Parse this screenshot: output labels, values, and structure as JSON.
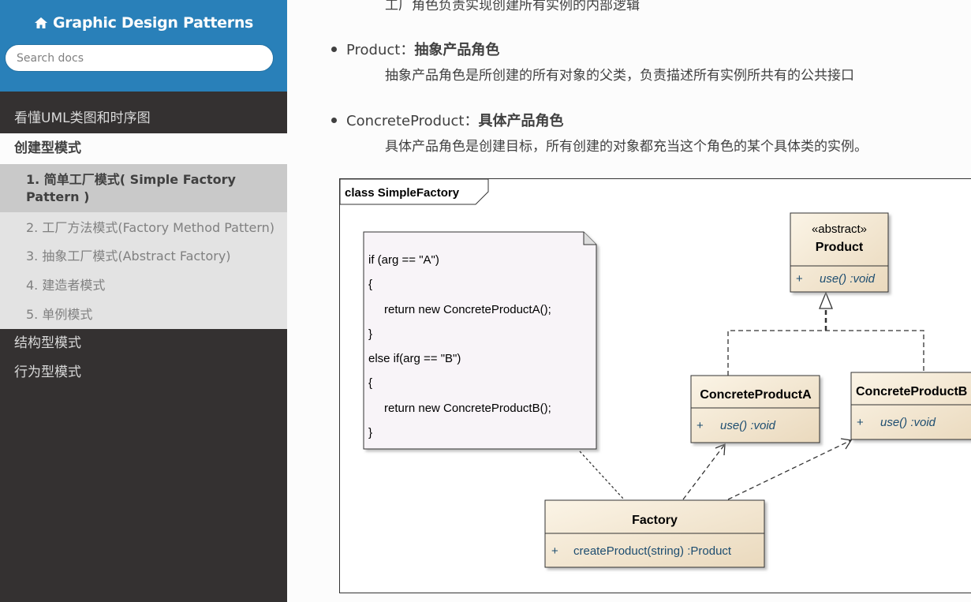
{
  "sidebar": {
    "brand": "Graphic Design Patterns",
    "search_placeholder": "Search docs",
    "items": [
      {
        "label": "看懂UML类图和时序图"
      },
      {
        "label": "创建型模式"
      },
      {
        "label": "结构型模式"
      },
      {
        "label": "行为型模式"
      }
    ],
    "sub_items": [
      {
        "label": "1. 简单工厂模式( Simple Factory Pattern )"
      },
      {
        "label": "2. 工厂方法模式(Factory Method Pattern)"
      },
      {
        "label": "3. 抽象工厂模式(Abstract Factory)"
      },
      {
        "label": "4. 建造者模式"
      },
      {
        "label": "5. 单例模式"
      }
    ]
  },
  "content": {
    "clipped_line": "工厂角色负责实现创建所有实例的内部逻辑",
    "bullets": [
      {
        "term": "Product：",
        "role": "抽象产品角色",
        "desc": "抽象产品角色是所创建的所有对象的父类，负责描述所有实例所共有的公共接口"
      },
      {
        "term": "ConcreteProduct：",
        "role": "具体产品角色",
        "desc": "具体产品角色是创建目标，所有创建的对象都充当这个角色的某个具体类的实例。"
      }
    ]
  },
  "diagram": {
    "frame_label": "class SimpleFactory",
    "note_lines": [
      "if (arg == \"A\")",
      "{",
      "return new ConcreteProductA();",
      "}",
      "else if(arg == \"B\")",
      "{",
      "return new ConcreteProductB();",
      "}"
    ],
    "product": {
      "stereotype": "«abstract»",
      "name": "Product",
      "method_vis": "+",
      "method": "use()  :void"
    },
    "product_a": {
      "name": "ConcreteProductA",
      "method_vis": "+",
      "method": "use()  :void"
    },
    "product_b": {
      "name": "ConcreteProductB",
      "method_vis": "+",
      "method": "use()  :void"
    },
    "factory": {
      "name": "Factory",
      "method_vis": "+",
      "method": "createProduct(string)  :Product"
    }
  }
}
